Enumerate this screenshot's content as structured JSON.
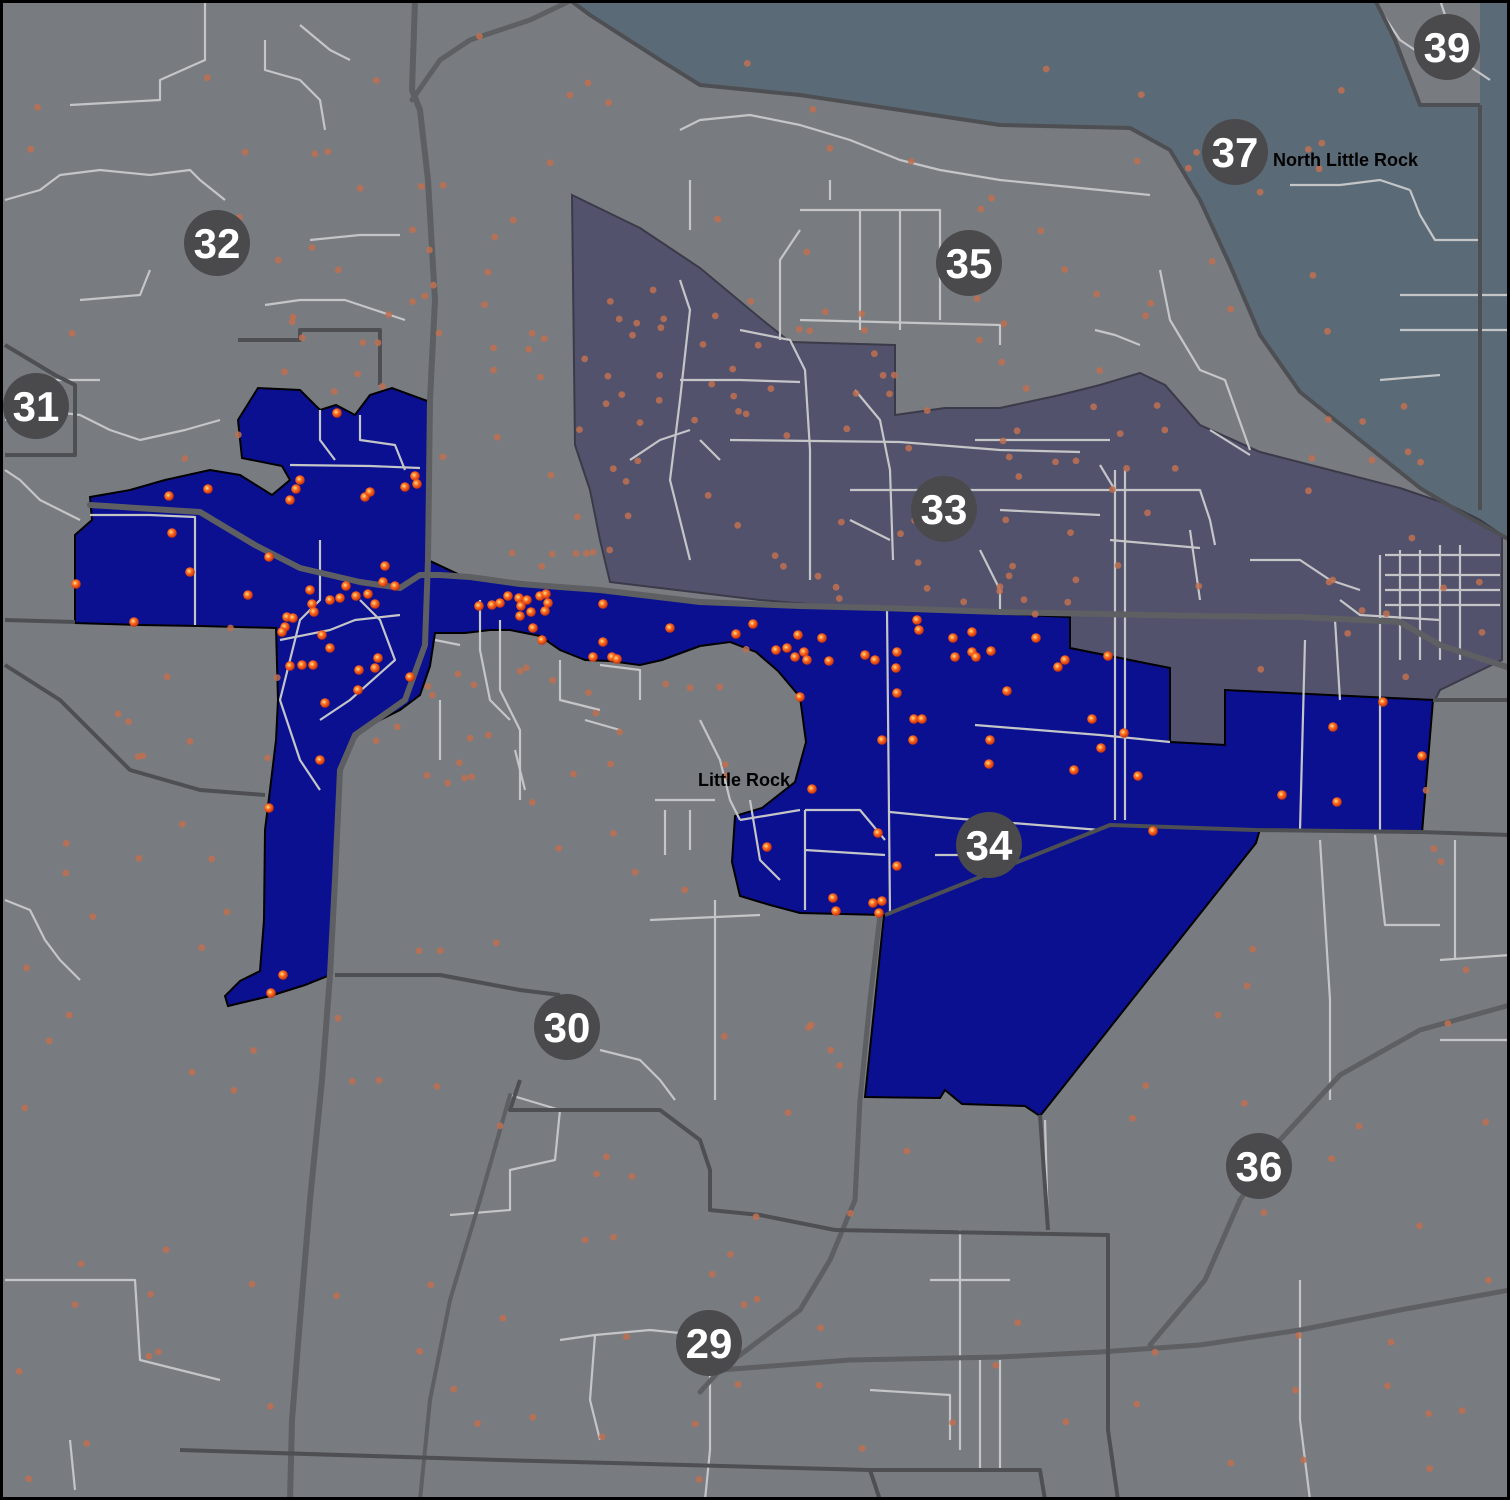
{
  "map": {
    "district_labels": [
      "39",
      "37",
      "32",
      "35",
      "31",
      "33",
      "34",
      "30",
      "36",
      "29"
    ],
    "city_labels": {
      "north_little_rock": "North Little Rock",
      "little_rock": "Little Rock"
    }
  },
  "colors": {
    "background": "#787b80",
    "water": "#5b6a77",
    "district_33_fill": "#52526d",
    "district_34_fill": "#0a1090",
    "label_circle": "#4a4a4c",
    "label_text": "#ffffff",
    "road": "#c4c5c7",
    "highway": "#5d5f62",
    "boundary": "#4d4f53",
    "point": "#c07050",
    "point_highlight": "#ff5a1e",
    "city_label": "#000000"
  }
}
